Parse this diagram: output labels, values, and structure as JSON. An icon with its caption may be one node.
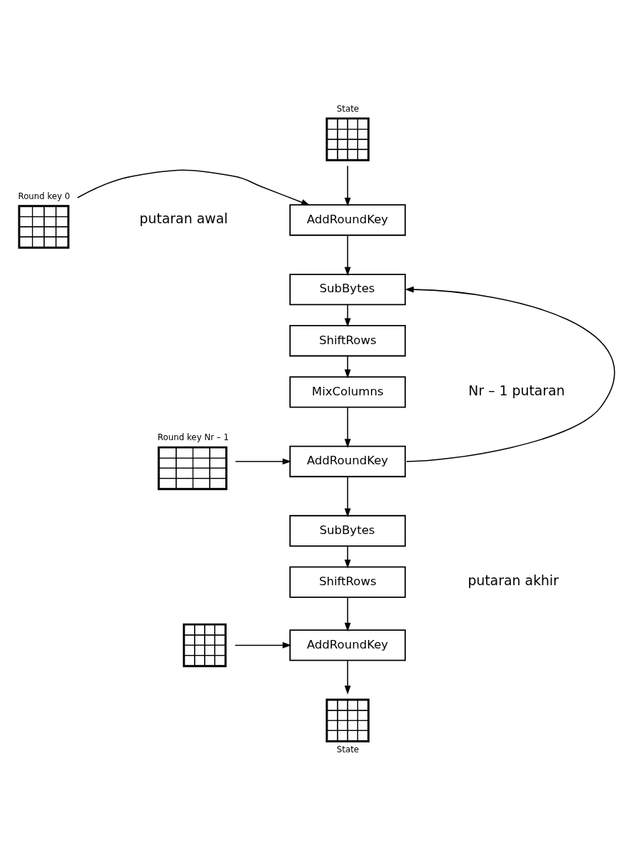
{
  "diagram": {
    "nodes": [
      {
        "text": [
          "State"
        ]
      },
      {
        "text": [
          "AddRoundKey"
        ]
      },
      {
        "text": [
          "Round key 0"
        ]
      },
      {
        "text": [
          "SubBytes"
        ]
      },
      {
        "text": [
          "ShiftRows"
        ]
      },
      {
        "text": [
          "MixColumns"
        ]
      },
      {
        "text": [
          "AddRoundKey"
        ]
      },
      {
        "text": [
          "Round key Nr – 1"
        ]
      },
      {
        "text": [
          "SubBytes"
        ]
      },
      {
        "text": [
          "ShiftRows"
        ]
      },
      {
        "text": [
          "AddRoundKey"
        ]
      },
      {
        "text": [],
        "shape": "grid"
      },
      {
        "text": [
          "State"
        ]
      }
    ],
    "edges": [
      {
        "from": 0,
        "to": 1,
        "arrow": "to"
      },
      {
        "from": 2,
        "to": 1,
        "arrow": "to"
      },
      {
        "from": 1,
        "to": 3,
        "arrow": "to"
      },
      {
        "from": 3,
        "to": 4,
        "arrow": "to"
      },
      {
        "from": 4,
        "to": 5,
        "arrow": "to"
      },
      {
        "from": 5,
        "to": 6,
        "arrow": "to"
      },
      {
        "from": 7,
        "to": 6,
        "arrow": "to"
      },
      {
        "from": 6,
        "to": 3,
        "arrow": "to"
      },
      {
        "from": 6,
        "to": 8,
        "arrow": "to"
      },
      {
        "from": 8,
        "to": 9,
        "arrow": "to"
      },
      {
        "from": 9,
        "to": 10,
        "arrow": "to"
      },
      {
        "from": 11,
        "to": 10,
        "arrow": "to"
      },
      {
        "from": 10,
        "to": 12,
        "arrow": "to"
      }
    ],
    "labels": [
      "putaran awal",
      "Nr – 1 putaran",
      "putaran akhir"
    ]
  }
}
